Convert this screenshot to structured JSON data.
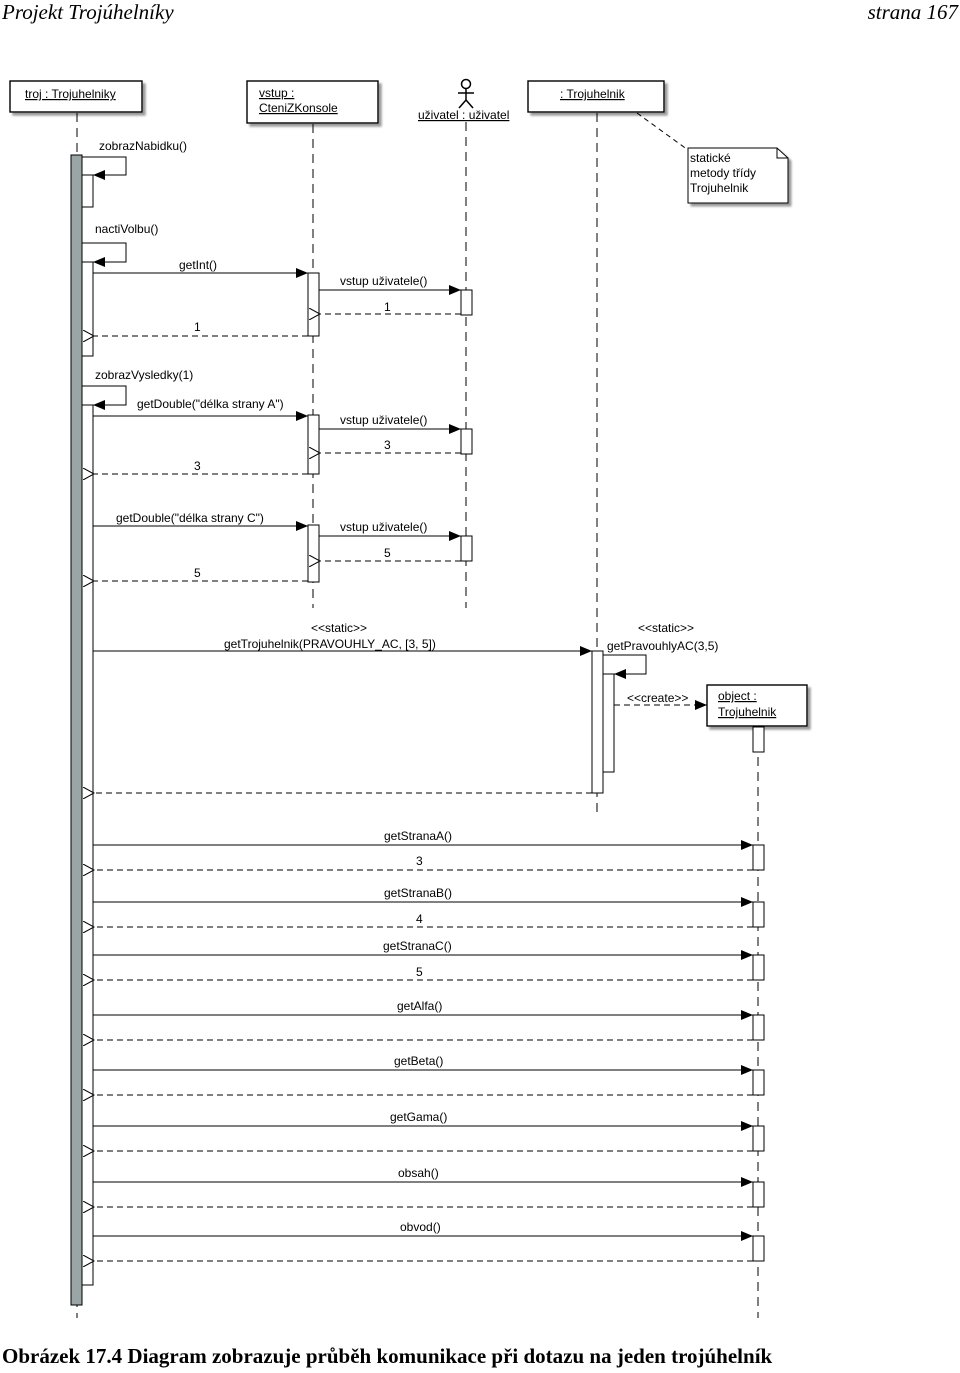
{
  "page": {
    "header_left": "Projekt Trojúhelníky",
    "header_right": "strana 167",
    "caption": "Obrázek 17.4 Diagram zobrazuje průběh komunikace při dotazu na jeden trojúhelník"
  },
  "lifelines": {
    "troj": "troj : Trojuhelniky",
    "vstup_1": "vstup :",
    "vstup_2": "CteniZKonsole",
    "uzivatel": "uživatel : uživatel",
    "trojuhelnik": ": Trojuhelnik",
    "object_1": "object :",
    "object_2": "Trojuhelnik"
  },
  "note": {
    "line1": "statické",
    "line2": "metody třídy",
    "line3": "Trojuhelnik"
  },
  "messages": {
    "zobraz_nabidku": "zobrazNabidku()",
    "nacti_volbu": "nactiVolbu()",
    "get_int": "getInt()",
    "vstup_1": "vstup uživatele()",
    "ret_1a": "1",
    "ret_1b": "1",
    "zobraz_vysledky": "zobrazVysledky(1)",
    "get_double_a": "getDouble(\"délka strany A\")",
    "vstup_2": "vstup uživatele()",
    "ret_3a": "3",
    "ret_3b": "3",
    "get_double_c": "getDouble(\"délka strany C\")",
    "vstup_3": "vstup uživatele()",
    "ret_5a": "5",
    "ret_5b": "5",
    "static_1": "<<static>>",
    "get_trojuhelnik": "getTrojuhelnik(PRAVOUHLY_AC, [3, 5])",
    "static_2": "<<static>>",
    "get_pravouhly": "getPravouhlyAC(3,5)",
    "create": "<<create>>",
    "get_strana_a": "getStranaA()",
    "ret_strana_a": "3",
    "get_strana_b": "getStranaB()",
    "ret_strana_b": "4",
    "get_strana_c": "getStranaC()",
    "ret_strana_c": "5",
    "get_alfa": "getAlfa()",
    "get_beta": "getBeta()",
    "get_gama": "getGama()",
    "obsah": "obsah()",
    "obvod": "obvod()"
  }
}
